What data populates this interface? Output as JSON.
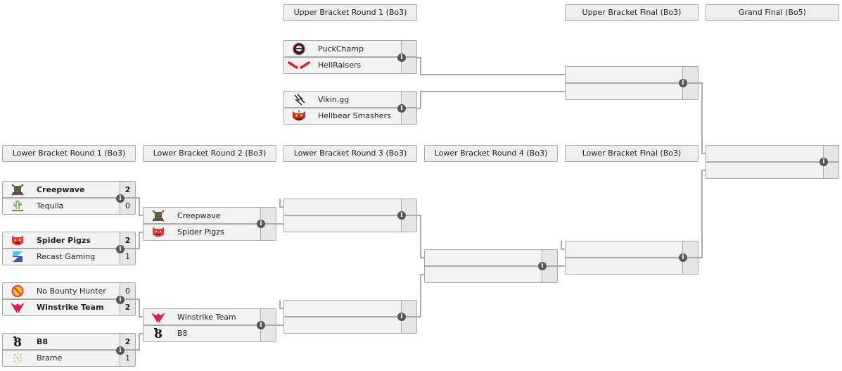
{
  "headers": {
    "ub_r1": "Upper Bracket Round 1 (Bo3)",
    "ub_final": "Upper Bracket Final (Bo3)",
    "grand_final": "Grand Final (Bo5)",
    "lb_r1": "Lower Bracket Round 1 (Bo3)",
    "lb_r2": "Lower Bracket Round 2 (Bo3)",
    "lb_r3": "Lower Bracket Round 3 (Bo3)",
    "lb_r4": "Lower Bracket Round 4 (Bo3)",
    "lb_final": "Lower Bracket Final (Bo3)"
  },
  "info_icon": "i",
  "matches": {
    "ub_r1_m1": {
      "team1": {
        "name": "PuckChamp",
        "logo": "puckchamp-logo"
      },
      "team2": {
        "name": "HellRaisers",
        "logo": "hellraisers-logo"
      }
    },
    "ub_r1_m2": {
      "team1": {
        "name": "Vikin.gg",
        "logo": "vikin-logo"
      },
      "team2": {
        "name": "Hellbear Smashers",
        "logo": "hellbear-logo"
      }
    },
    "lb_r1_m1": {
      "team1": {
        "name": "Creepwave",
        "score": "2",
        "winner": true,
        "logo": "creepwave-logo"
      },
      "team2": {
        "name": "Tequila",
        "score": "0",
        "logo": "tequila-logo"
      }
    },
    "lb_r1_m2": {
      "team1": {
        "name": "Spider Pigzs",
        "score": "2",
        "winner": true,
        "logo": "spider-pigzs-logo"
      },
      "team2": {
        "name": "Recast Gaming",
        "score": "1",
        "logo": "recast-logo"
      }
    },
    "lb_r1_m3": {
      "team1": {
        "name": "No Bounty Hunter",
        "score": "0",
        "logo": "no-bounty-hunter-logo"
      },
      "team2": {
        "name": "Winstrike Team",
        "score": "2",
        "winner": true,
        "logo": "winstrike-logo"
      }
    },
    "lb_r1_m4": {
      "team1": {
        "name": "B8",
        "score": "2",
        "winner": true,
        "logo": "b8-logo"
      },
      "team2": {
        "name": "Brame",
        "score": "1",
        "logo": "brame-logo"
      }
    },
    "lb_r2_m1": {
      "team1": {
        "name": "Creepwave",
        "logo": "creepwave-logo"
      },
      "team2": {
        "name": "Spider Pigzs",
        "logo": "spider-pigzs-logo"
      }
    },
    "lb_r2_m2": {
      "team1": {
        "name": "Winstrike Team",
        "logo": "winstrike-logo"
      },
      "team2": {
        "name": "B8",
        "logo": "b8-logo"
      }
    }
  }
}
